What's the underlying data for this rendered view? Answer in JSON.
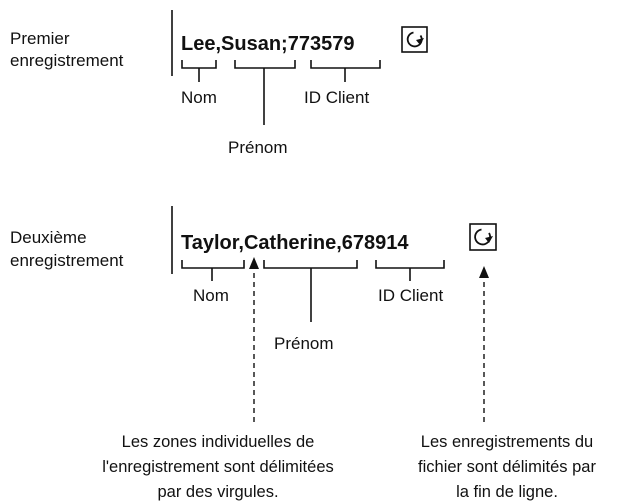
{
  "record1": {
    "side_label_line1": "Premier",
    "side_label_line2": "enregistrement",
    "text": "Lee,Susan;773579",
    "label_nom": "Nom",
    "label_prenom": "Prénom",
    "label_id": "ID Client",
    "eol_icon": "end-of-line-icon"
  },
  "record2": {
    "side_label_line1": "Deuxième",
    "side_label_line2": "enregistrement",
    "text": "Taylor,Catherine,678914",
    "label_nom": "Nom",
    "label_prenom": "Prénom",
    "label_id": "ID Client",
    "eol_icon": "end-of-line-icon"
  },
  "notes": {
    "comma_note": [
      "Les zones individuelles de",
      "l'enregistrement sont délimitées",
      "par des virgules."
    ],
    "eol_note": [
      "Les enregistrements du",
      "fichier sont délimités par",
      "la fin de ligne."
    ]
  }
}
